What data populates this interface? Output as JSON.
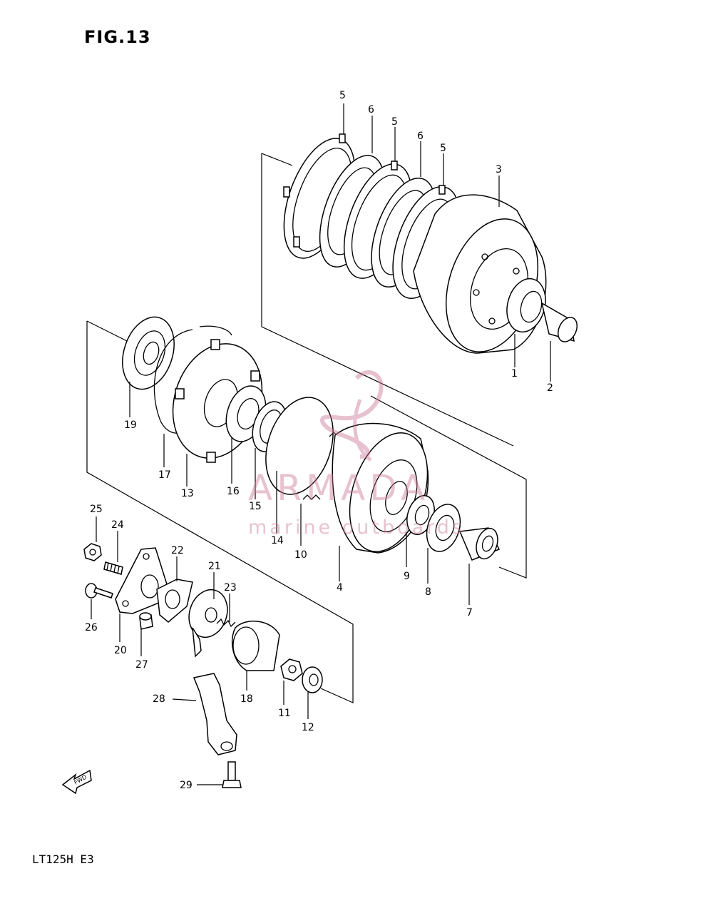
{
  "figure": {
    "title": "FIG.13",
    "model_code": "LT125H E3",
    "fwd_label": "FWD"
  },
  "watermark": {
    "brand": "ARMADA",
    "subtitle": "marine outboards",
    "color": "#cc7896"
  },
  "callouts": [
    "1",
    "2",
    "3",
    "4",
    "5",
    "6",
    "7",
    "8",
    "9",
    "10",
    "11",
    "12",
    "13",
    "14",
    "15",
    "16",
    "17",
    "18",
    "19",
    "20",
    "21",
    "22",
    "23",
    "24",
    "25",
    "26",
    "27",
    "28",
    "29"
  ],
  "callout_labels": [
    {
      "n": "5"
    },
    {
      "n": "6"
    },
    {
      "n": "5"
    },
    {
      "n": "6"
    },
    {
      "n": "5"
    },
    {
      "n": "3"
    },
    {
      "n": "1"
    },
    {
      "n": "2"
    },
    {
      "n": "19"
    },
    {
      "n": "17"
    },
    {
      "n": "13"
    },
    {
      "n": "16"
    },
    {
      "n": "15"
    },
    {
      "n": "14"
    },
    {
      "n": "10"
    },
    {
      "n": "4"
    },
    {
      "n": "9"
    },
    {
      "n": "8"
    },
    {
      "n": "7"
    },
    {
      "n": "25"
    },
    {
      "n": "24"
    },
    {
      "n": "22"
    },
    {
      "n": "21"
    },
    {
      "n": "23"
    },
    {
      "n": "26"
    },
    {
      "n": "20"
    },
    {
      "n": "27"
    },
    {
      "n": "18"
    },
    {
      "n": "11"
    },
    {
      "n": "12"
    },
    {
      "n": "28"
    },
    {
      "n": "29"
    }
  ]
}
